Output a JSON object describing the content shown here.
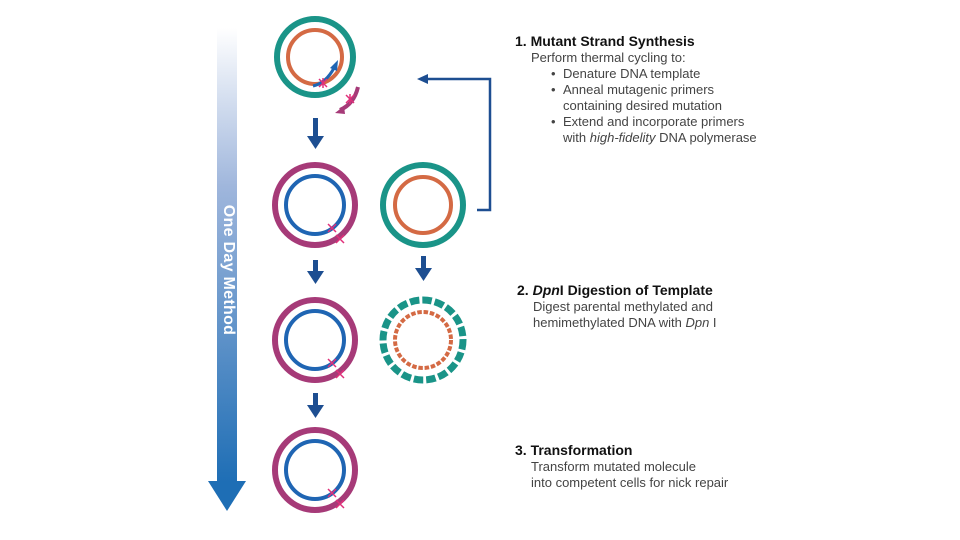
{
  "colors": {
    "teal": "#1a9488",
    "orange": "#d46a44",
    "magenta": "#a63a78",
    "blue": "#1f65b3",
    "dark_blue": "#1d4e91",
    "mutation_pink": "#e0307a",
    "gradient_top": "#ffffff",
    "gradient_bottom": "#1e6eb5"
  },
  "timeline": {
    "label": "One Day Method"
  },
  "steps": [
    {
      "number": "1.",
      "title": "Mutant Strand Synthesis",
      "intro": "Perform thermal cycling to:",
      "bullets": [
        {
          "text": "Denature DNA template"
        },
        {
          "line1": "Anneal mutagenic primers",
          "line2": "containing desired mutation"
        },
        {
          "line1": "Extend and incorporate primers",
          "line2_pre": "with ",
          "line2_italic": "high-fidelity",
          "line2_post": " DNA polymerase"
        }
      ]
    },
    {
      "number": "2.",
      "title_italic": "Dpn",
      "title_rest": "I Digestion of Template",
      "line1": "Digest parental methylated and",
      "line2_pre": "hemimethylated DNA with ",
      "line2_italic": "Dpn",
      "line2_post": " I"
    },
    {
      "number": "3.",
      "title": "Transformation",
      "line1": "Transform mutated molecule",
      "line2": "into competent cells for nick repair"
    }
  ],
  "plasmids": [
    {
      "name": "template-with-primers",
      "outer": "teal",
      "inner": "orange",
      "style": "solid",
      "primers": true
    },
    {
      "name": "mutant-nicked-1",
      "outer": "magenta",
      "inner": "blue",
      "style": "solid",
      "mutation": true
    },
    {
      "name": "parental-template",
      "outer": "teal",
      "inner": "orange",
      "style": "solid"
    },
    {
      "name": "mutant-nicked-2",
      "outer": "magenta",
      "inner": "blue",
      "style": "solid",
      "mutation": true
    },
    {
      "name": "digested-template",
      "outer": "teal",
      "inner": "orange",
      "style": "dashed"
    },
    {
      "name": "mutant-nicked-3",
      "outer": "magenta",
      "inner": "blue",
      "style": "solid",
      "mutation": true
    }
  ]
}
